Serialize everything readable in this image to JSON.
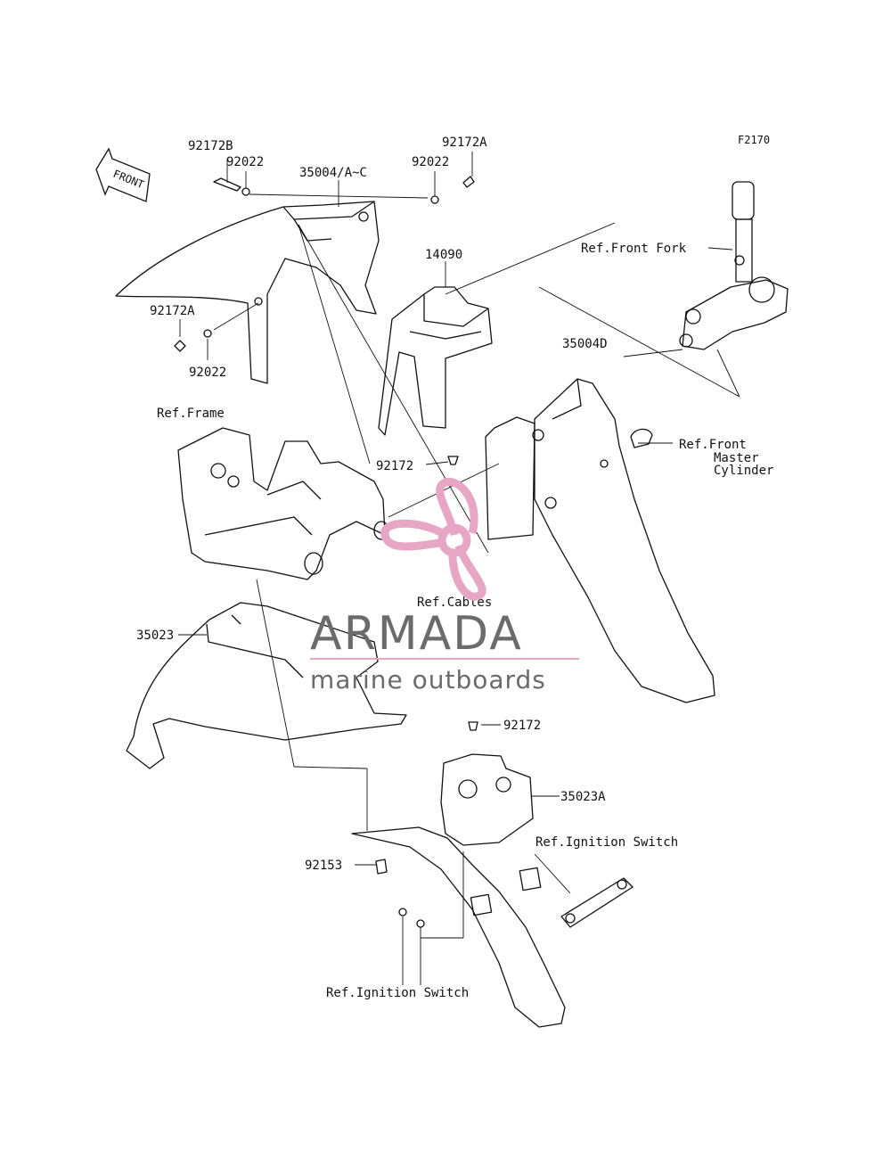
{
  "figure_code": "F2170",
  "front_arrow_label": "FRONT",
  "parts": [
    {
      "id": "p-92172B",
      "text": "92172B"
    },
    {
      "id": "p-92022-a",
      "text": "92022"
    },
    {
      "id": "p-35004AC",
      "text": "35004/A~C"
    },
    {
      "id": "p-92022-b",
      "text": "92022"
    },
    {
      "id": "p-92172A-a",
      "text": "92172A"
    },
    {
      "id": "p-14090",
      "text": "14090"
    },
    {
      "id": "p-92172A-b",
      "text": "92172A"
    },
    {
      "id": "p-92022-c",
      "text": "92022"
    },
    {
      "id": "p-35004D",
      "text": "35004D"
    },
    {
      "id": "p-92172-a",
      "text": "92172"
    },
    {
      "id": "p-35023",
      "text": "35023"
    },
    {
      "id": "p-92172-b",
      "text": "92172"
    },
    {
      "id": "p-35023A",
      "text": "35023A"
    },
    {
      "id": "p-92153",
      "text": "92153"
    }
  ],
  "references": {
    "front_fork": "Ref.Front Fork",
    "frame": "Ref.Frame",
    "front_master_cylinder_1": "Ref.Front",
    "front_master_cylinder_2": "Master",
    "front_master_cylinder_3": "Cylinder",
    "cables": "Ref.Cables",
    "ignition_switch_1": "Ref.Ignition Switch",
    "ignition_switch_2": "Ref.Ignition Switch"
  },
  "watermark": {
    "brand": "ARMADA",
    "tagline": "marine outboards",
    "logo_color": "#e6a6c4",
    "text_color": "#6b6b6b"
  }
}
